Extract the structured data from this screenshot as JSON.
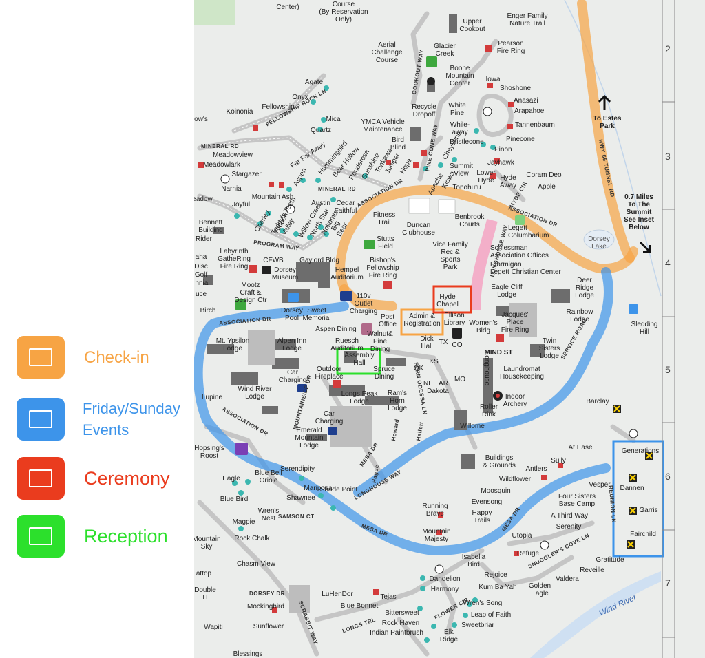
{
  "legend": [
    {
      "label": "Check-in",
      "color": "#f7a444"
    },
    {
      "label": "Friday/Sunday\nEvents",
      "color": "#3d94ea"
    },
    {
      "label": "Ceremony",
      "color": "#ea3c1e"
    },
    {
      "label": "Reception",
      "color": "#2ce02c"
    }
  ],
  "legend_line1": "Friday/Sunday",
  "legend_line2": "Events",
  "colors": {
    "checkin": "#f7a444",
    "events": "#3d94ea",
    "ceremony": "#ea3c1e",
    "reception": "#2ce02c",
    "road": "#c8c8c8",
    "building": "#6b6b6b",
    "river": "#b5cfe9",
    "pink": "#f5a3c3"
  },
  "grid_numbers": [
    "2",
    "3",
    "4",
    "5",
    "6",
    "7"
  ],
  "labels": {
    "center": "Center)",
    "course_reservation": "Course\n(By Reservation\nOnly)",
    "upper_cookout": "Upper\nCookout",
    "enger_family": "Enger Family\nNature Trail",
    "aerial": "Aerial\nChallenge\nCourse",
    "glacier": "Glacier\nCreek",
    "pearson": "Pearson\nFire Ring",
    "boone": "Boone\nMountain\nCenter",
    "iowa": "Iowa",
    "shoshone": "Shoshone",
    "anasazi": "Anasazi",
    "arapahoe": "Arapahoe",
    "tannenbaum": "Tannenbaum",
    "pinecone": "Pinecone",
    "pinon": "Pinon",
    "jayhawk": "Jayhawk",
    "agate": "Agate",
    "onyx": "Onyx",
    "fellowship": "Fellowship",
    "koinonia": "Koinonia",
    "mica": "Mica",
    "quartz": "Quartz",
    "ymca_vehicle": "YMCA Vehicle\nMaintenance",
    "recycle": "Recycle\nDropoff",
    "white_pine": "White\nPine",
    "whileaway": "While-\naway",
    "bristlecone": "Bristlecone",
    "bird_blind": "Bird\nBlind",
    "summit_view": "Summit\nView",
    "lower_hyde": "Lower\nHyde",
    "tonohutu": "Tonohutu",
    "hyde_away": "Hyde\nAway",
    "coram_deo": "Coram Deo",
    "apple": "Apple",
    "to_estes": "To Estes\nPark",
    "summit_inset": "0.7 Miles\nTo The\nSummit\nSee Inset\nBelow",
    "meadowview": "Meadowview",
    "meadowlark": "Meadowlark",
    "stargazer": "Stargazer",
    "narnia": "Narnia",
    "mountain_ash": "Mountain Ash",
    "austin": "Austin",
    "cedar_faithful": "Cedar\nFaithful",
    "joyful": "Joyful",
    "fitness_trail": "Fitness\nTrail",
    "duncan": "Duncan\nClubhouse",
    "benbrook": "Benbrook\nCourts",
    "legett_columbarium": "Legett\nColumbarium",
    "bennett": "Bennett\nBuilding",
    "rider": "Rider",
    "stutts": "Stutts\nField",
    "vice_family": "Vice Family\nRec &\nSports\nPark",
    "labyrinth": "Labyrinth\nGatheRing\nFire Ring",
    "cfwb": "CFWB",
    "dorsey_museum": "Dorsey\nMuseum",
    "gaylord": "Gaylord Bldg",
    "hempel": "Hempel\nAuditorium",
    "bishops": "Bishop's\nFellowship\nFire Ring",
    "schlessman": "Schlessman\nAssociation Offices",
    "ptarmigan": "Ptarmigan",
    "legett_christian": "Legett Christian Center",
    "deer_ridge": "Deer\nRidge\nLodge",
    "dorsey_lake": "Dorsey\nLake",
    "mootz": "Mootz\nCraft &\nDesign Ctr",
    "outlet": "110v\nOutlet\nCharging",
    "hyde_chapel": "Hyde\nChapel",
    "eagle_cliff": "Eagle Cliff\nLodge",
    "rainbow": "Rainbow\nLodge",
    "sledding": "Sledding\nHill",
    "dorsey_pool": "Dorsey\nPool",
    "sweet_memorial": "Sweet\nMemorial",
    "birch": "Birch",
    "post_office": "Post\nOffice",
    "admin": "Admin &\nRegistration",
    "ellison": "Ellison\nLibrary",
    "womens": "Women's\nBldg",
    "jacques": "Jacques'\nPlace\nFire Ring",
    "twin_sisters": "Twin\nSisters\nLodge",
    "mt_ypsilon": "Mt. Ypsilon\nLodge",
    "alpen_inn": "Alpen Inn\nLodge",
    "aspen_dining": "Aspen Dining",
    "ruesch": "Ruesch\nAuditorium",
    "walnut": "Walnut&\nPine\nDining",
    "assembly_hall": "Assembly\nHall",
    "outdoor_fireplace": "Outdoor\nFireplace",
    "spruce_dining": "Spruce\nDining",
    "dick_hall": "Dick\nHall",
    "mind_st": "MIND ST",
    "car_charging": "Car\nCharging",
    "wind_river_lodge": "Wind River\nLodge",
    "longs_peak": "Longs Peak\nLodge",
    "rams_horn": "Ram's\nHorn\nLodge",
    "dakota": "Dakota",
    "longhouse": "Longhouse",
    "laundromat": "Laundromat\nHousekeeping",
    "indoor_archery": "Indoor\nArchery",
    "roller_rink": "Roller\nRink",
    "barclay": "Barclay",
    "lupine": "Lupine",
    "emerald": "Emerald\nMountain\nLodge",
    "car_charging2": "Car\nCharging",
    "willome": "Willome",
    "hopsings": "Hopsing's\nRoost",
    "buildings_grounds": "Buildings\n& Grounds",
    "sully": "Sully",
    "at_ease": "At Ease",
    "generations": "Generations",
    "antlers": "Antlers",
    "wildflower": "Wildflower",
    "eagle": "Eagle",
    "blue_bell": "Blue Bell\nOriole",
    "serendipity": "Serendipity",
    "blue_bird": "Blue Bird",
    "wrens_nest": "Wren's\nNest",
    "shawnee": "Shawnee",
    "mariposa": "Mariposa",
    "shade_point": "Shade Point",
    "moosquin": "Moosquin",
    "evensong": "Evensong",
    "vesper": "Vesper",
    "four_sisters": "Four Sisters\nBase Camp",
    "dannen": "Dannen",
    "magpie": "Magpie",
    "rock_chalk": "Rock Chalk",
    "running_brave": "Running\nBrave",
    "happy_trails": "Happy\nTrails",
    "a_third_way": "A Third Way",
    "serenity": "Serenity",
    "garris": "Garris",
    "mountain_sky": "Mountain\nSky",
    "mountain_majesty": "Mountain\nMajesty",
    "utopia": "Utopia",
    "fairchild": "Fairchild",
    "chasm_view": "Chasm View",
    "isabella_bird": "Isabella\nBird",
    "refuge": "Refuge",
    "gratitude": "Gratitude",
    "rejoice": "Rejoice",
    "reveille": "Reveille",
    "dandelion": "Dandelion",
    "harmony": "Harmony",
    "kum_ba_yah": "Kum Ba Yah",
    "golden_eagle": "Golden\nEagle",
    "valdera": "Valdera",
    "luhendor": "LuHenDor",
    "tejas": "Tejas",
    "blue_bonnet": "Blue Bonnet",
    "mockingbird": "Mockingbird",
    "wrens_song": "Wren's Song",
    "leap_of_faith": "Leap of Faith",
    "sweetbriar": "Sweetbriar",
    "bittersweet": "Bittersweet",
    "rock_haven": "Rock Haven",
    "indian_paintbrush": "Indian Paintbrush",
    "elk_ridge": "Elk\nRidge",
    "sunflower": "Sunflower",
    "wapiti": "Wapiti",
    "double_h": "Double\nH",
    "wind_river": "Wind River",
    "hopsings_left": "ow's",
    "eadow": "eadow",
    "aha": "aha",
    "disc": "Disc",
    "golf": "Golf",
    "nnial": "nnial",
    "uce": "uce",
    "attop": "attop",
    "tx": "TX",
    "co": "CO",
    "ks": "KS",
    "ok": "OK",
    "ne": "NE",
    "ar": "AR",
    "mo": "MO",
    "far_far_away": "Far Far Away",
    "hummingbird": "Hummingbird",
    "bear_hollow": "Bear Hollow",
    "ponderosa": "Ponderosa",
    "sunshine": "Sunshine",
    "tonkawa": "Tonkawa",
    "juniper": "Juniper",
    "hope": "Hope",
    "aspen": "Aspen",
    "charley": "Charley",
    "teddys_teeth": "Teddy's Teeth",
    "hidden_valley": "Hidden\nValley",
    "willow_creek": "Willow Creek",
    "north_star": "North Star",
    "nokomis": "Nokomis",
    "big_bear": "Big\nBear",
    "apache": "Apache",
    "cheyenne": "Cheyenne",
    "kiowa": "Kiowa",
    "blessings": "Blessings"
  },
  "roads": {
    "fellowship_rock_ln": "FELLOWSHIP ROCK LN",
    "mineral_rd_w": "MINERAL RD",
    "mineral_rd": "MINERAL RD",
    "cookout_way": "COOKOUT WAY",
    "pine_cone_way": "PINE CONE WAY",
    "association_dr_n": "ASSOCIATION DR",
    "association_dr_ne": "ASSOCIATION DR",
    "hyde_cir": "HYDE CIR",
    "hwy66": "HWY 66/TUNNEL RD",
    "program_way": "PROGRAM WAY",
    "longhouse_way_n": "LONGHOUSE WAY",
    "association_dr_w": "ASSOCIATION DR",
    "service_road": "SERVICE ROAD",
    "mountainside_dr": "MOUNTAINSIDE DR",
    "fern_odessa_ln": "FERN ODESSA LN",
    "association_dr_sw": "ASSOCIATION DR",
    "mesa_dr_w": "MESA DR",
    "longhouse_way_s": "LONGHOUSE WAY",
    "sampson_ct": "SAMSON CT",
    "mesa_dr_s": "MESA DR",
    "mesa_dr_e": "MESA DR",
    "reunion_ln": "REUNION LN",
    "snugglers_cove_ln": "SNUGGLER'S COVE LN",
    "dorsey_dr": "DORSEY DR",
    "scrabbit_way": "SCRABBIT WAY",
    "longs_trl": "LONGS TRL",
    "flower_cir": "FLOWER CIR",
    "howard": "Howard",
    "hallett": "Hallett",
    "hague": "Hague"
  }
}
